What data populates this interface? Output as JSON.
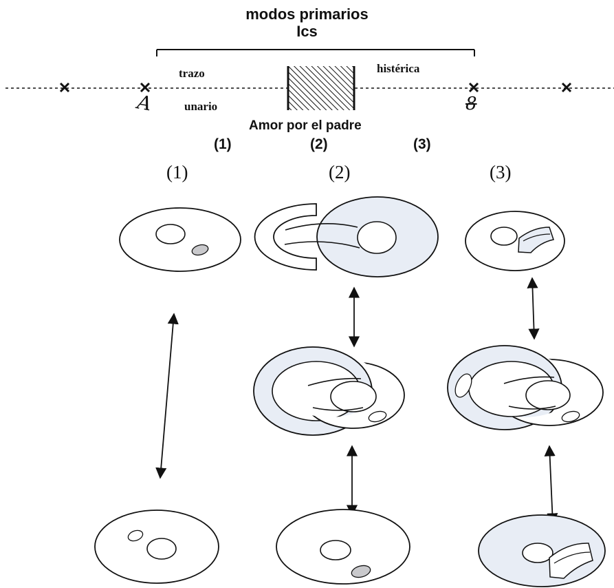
{
  "header": {
    "title_line1": "modos primarios",
    "title_line2": "Ics"
  },
  "axis": {
    "label_trazo": "trazo",
    "label_unario": "unario",
    "label_histerica": "histérica",
    "label_amor": "Amor por el padre",
    "symbol_left": "A",
    "symbol_right": "8"
  },
  "upper_columns": [
    "(1)",
    "(2)",
    "(3)"
  ],
  "lower_columns": [
    "(1)",
    "(2)",
    "(3)"
  ],
  "colors": {
    "ink": "#111111",
    "torus_fill": "#e8edf5",
    "spot_fill": "#c9c9cc"
  }
}
